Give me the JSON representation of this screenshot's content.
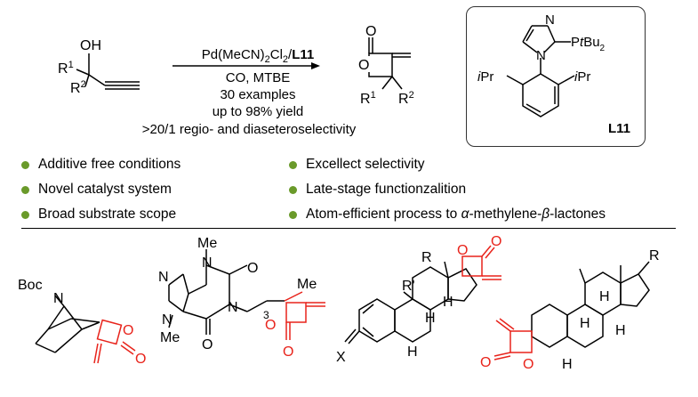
{
  "reaction": {
    "substrate_labels": {
      "oh": "OH",
      "r1": "R",
      "r1_sup": "1",
      "r2": "R",
      "r2_sup": "2"
    },
    "conditions": {
      "catalyst_prefix": "Pd(MeCN)",
      "catalyst_sub": "2",
      "catalyst_mid": "Cl",
      "catalyst_sub2": "2",
      "catalyst_slash": "/",
      "ligand": "L11",
      "line2": "CO, MTBE",
      "line3": "30 examples",
      "line4": "up to 98% yield",
      "line5": ">20/1 regio- and diaseteroselectivity"
    },
    "product_labels": {
      "o_carbonyl": "O",
      "o_ring": "O",
      "r1": "R",
      "r1_sup": "1",
      "r2": "R",
      "r2_sup": "2"
    }
  },
  "ligand_box": {
    "n_top": "N",
    "n_bottom": "N",
    "p_label_prefix": "P",
    "p_label_it": "t",
    "p_label_bu": "Bu",
    "p_label_sub": "2",
    "ipr_left_i": "i",
    "ipr_left": "Pr",
    "ipr_right_i": "i",
    "ipr_right": "Pr",
    "name": "L11"
  },
  "bullets_left": [
    "Additive free conditions",
    "Novel catalyst system",
    "Broad substrate scope"
  ],
  "bullets_right": [
    "Excellect selectivity",
    "Late-stage functionzalition",
    "Atom-efficient process to "
  ],
  "bullet_right_3_alpha": "α",
  "bullet_right_3_mid": "-methylene-",
  "bullet_right_3_beta": "β",
  "bullet_right_3_end": "-lactones",
  "examples": {
    "boc": "Boc",
    "n1": "N",
    "o_red_1": "O",
    "o_red_2": "O",
    "n_imid_top": "N",
    "n_me_top": "N",
    "me_top": "Me",
    "o_xan_1": "O",
    "n_xan": "N",
    "n_imid_bottom": "N",
    "me_bottom": "Me",
    "o_xan_2": "O",
    "chain_sub": "3",
    "me_chain": "Me",
    "o_red_3": "O",
    "o_red_4": "O",
    "r_steroid": "R",
    "r_prime": "R'",
    "h1": "H",
    "h2": "H",
    "h3": "H",
    "x_label": "X",
    "o_red_5": "O",
    "o_red_6": "O",
    "r_right": "R",
    "h4": "H",
    "h5": "H",
    "h6": "H",
    "h7": "H",
    "o_red_7": "O",
    "o_red_8": "O"
  },
  "colors": {
    "accent_red": "#e8231b",
    "bullet_green": "#6a9a2a"
  }
}
